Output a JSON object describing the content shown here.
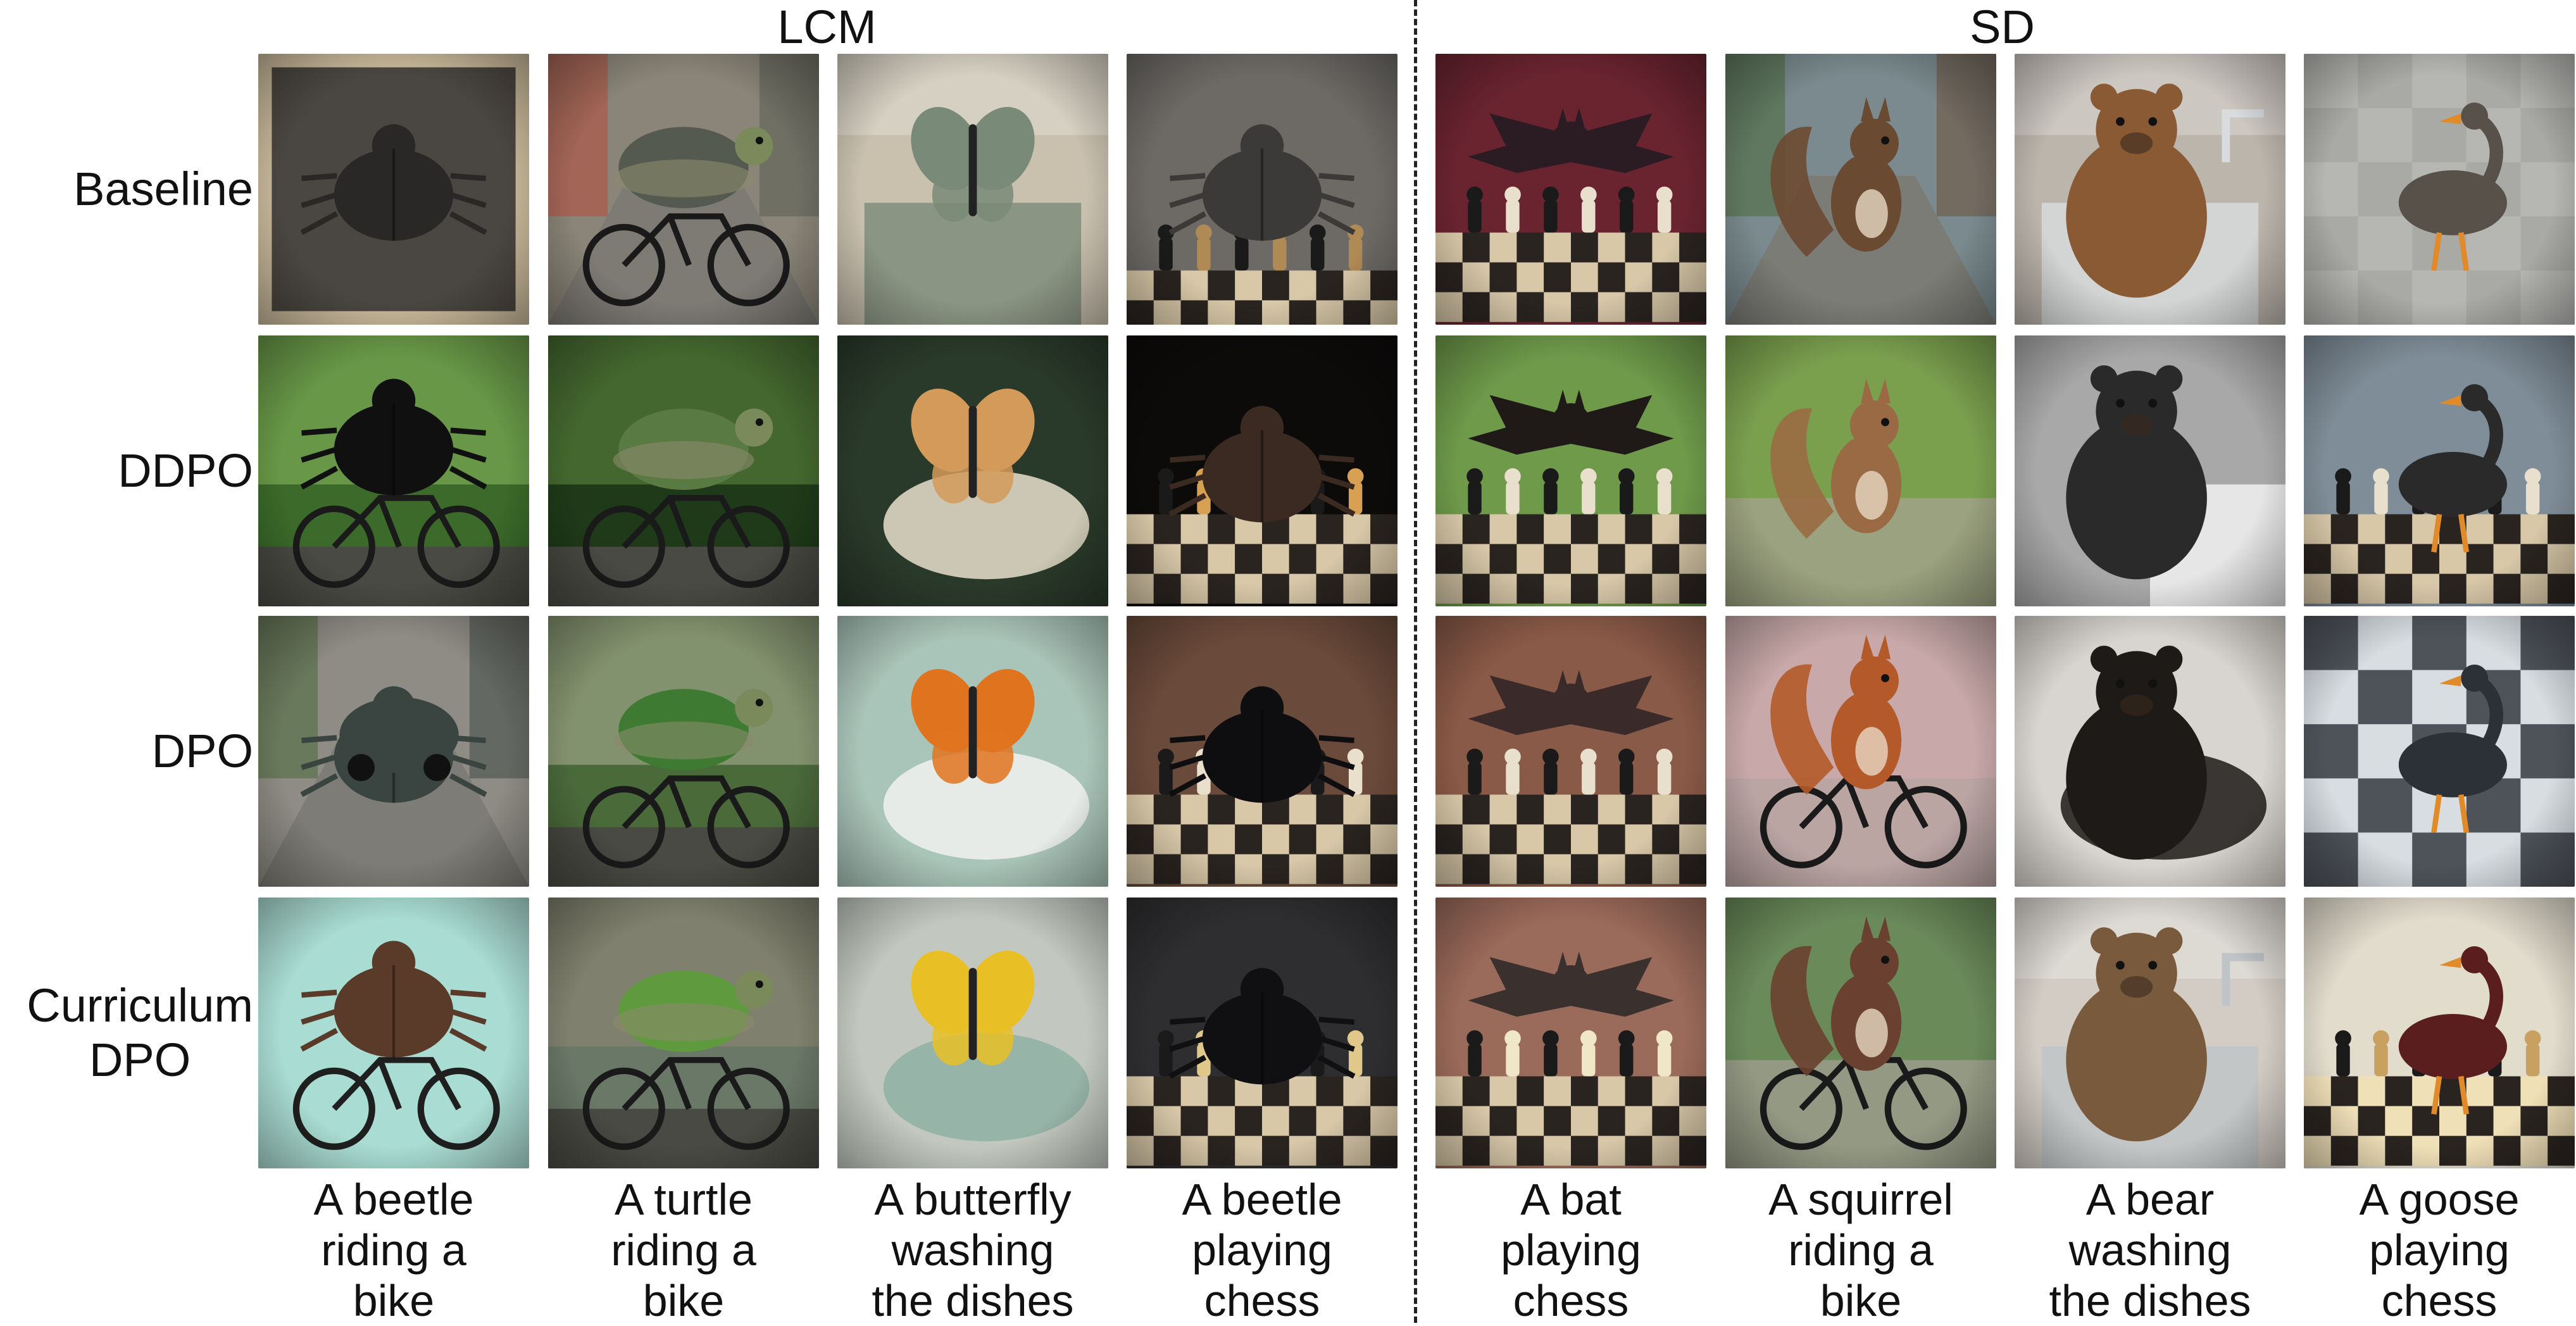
{
  "groups": {
    "lcm": "LCM",
    "sd": "SD"
  },
  "rows": [
    {
      "lines": [
        "Baseline"
      ]
    },
    {
      "lines": [
        "DDPO"
      ]
    },
    {
      "lines": [
        "DPO"
      ]
    },
    {
      "lines": [
        "Curriculum",
        "DPO"
      ]
    }
  ],
  "captions": [
    [
      "A beetle",
      "riding a",
      "bike"
    ],
    [
      "A turtle",
      "riding a",
      "bike"
    ],
    [
      "A butterfly",
      "washing",
      "the dishes"
    ],
    [
      "A beetle",
      "playing",
      "chess"
    ],
    [
      "A bat",
      "playing",
      "chess"
    ],
    [
      "A squirrel",
      "riding a",
      "bike"
    ],
    [
      "A bear",
      "washing",
      "the dishes"
    ],
    [
      "A goose",
      "playing",
      "chess"
    ]
  ],
  "tiles": [
    [
      {
        "subject": "beetle-icon",
        "theme": "frame",
        "bg": "#4a4641",
        "accent": "#2a2826",
        "extra": "#c8b89a"
      },
      {
        "subject": "turtle-icon",
        "theme": "street",
        "bg": "#8a8578",
        "accent": "#555a50",
        "extra": "#b64a3a"
      },
      {
        "subject": "butterfly-icon",
        "theme": "sink-room",
        "bg": "#c9c0ae",
        "accent": "#e8e4dc",
        "extra": "#7a8a78"
      },
      {
        "subject": "beetle-icon",
        "theme": "chess-dark",
        "bg": "#6d6a66",
        "accent": "#3c3a38",
        "extra": "#b08a55"
      },
      {
        "subject": "bat-icon",
        "theme": "chess-light",
        "bg": "#6a2430",
        "accent": "#2b1b22",
        "extra": "#e8e0cc"
      },
      {
        "subject": "squirrel-icon",
        "theme": "road",
        "bg": "#7a8a8e",
        "accent": "#6b4a32",
        "extra": "#4a6a3a"
      },
      {
        "subject": "bear-icon",
        "theme": "faucet",
        "bg": "#bcb5ac",
        "accent": "#8a5a34",
        "extra": "#d8dcdf"
      },
      {
        "subject": "goose-icon",
        "theme": "tiles",
        "bg": "#a9a9a6",
        "accent": "#58514a",
        "extra": "#e28a3a"
      }
    ],
    [
      {
        "subject": "beetle-icon",
        "theme": "forest-bike",
        "bg": "#3b6a2a",
        "accent": "#101010",
        "extra": "#9fcf6a"
      },
      {
        "subject": "turtle-icon",
        "theme": "forest-bike",
        "bg": "#1f3a18",
        "accent": "#5a7a44",
        "extra": "#6fa04a"
      },
      {
        "subject": "butterfly-icon",
        "theme": "kitchen-bowl",
        "bg": "#2a3a2a",
        "accent": "#e8e0cc",
        "extra": "#d49a5a"
      },
      {
        "subject": "beetle-icon",
        "theme": "chess-glow",
        "bg": "#0d0b0a",
        "accent": "#3a2a22",
        "extra": "#d8a052"
      },
      {
        "subject": "bat-icon",
        "theme": "chess-board",
        "bg": "#6e9a4a",
        "accent": "#1f1a18",
        "extra": "#e8e0cc"
      },
      {
        "subject": "squirrel-icon",
        "theme": "handlebar",
        "bg": "#7aa04e",
        "accent": "#9a6a44",
        "extra": "#2a3a4a"
      },
      {
        "subject": "bear-icon",
        "theme": "kitchen-bw",
        "bg": "#a8a8a8",
        "accent": "#2a2a2a",
        "extra": "#e6e6e6"
      },
      {
        "subject": "goose-icon",
        "theme": "chess-board",
        "bg": "#7f8d98",
        "accent": "#2a2a2a",
        "extra": "#e8e0cc"
      }
    ],
    [
      {
        "subject": "beetle-icon",
        "theme": "road-car",
        "bg": "#8e8c84",
        "accent": "#3a4440",
        "extra": "#4a6a3a"
      },
      {
        "subject": "turtle-icon",
        "theme": "forest-bike",
        "bg": "#4a6a3a",
        "accent": "#3e7a32",
        "extra": "#c9c4b0"
      },
      {
        "subject": "butterfly-icon",
        "theme": "basin",
        "bg": "#a9c4b8",
        "accent": "#f2f2ee",
        "extra": "#e0741e"
      },
      {
        "subject": "beetle-icon",
        "theme": "chess-board",
        "bg": "#6a4a3a",
        "accent": "#0e0e10",
        "extra": "#e8e0cc"
      },
      {
        "subject": "bat-icon",
        "theme": "chess-board",
        "bg": "#8a5a48",
        "accent": "#3a2a2a",
        "extra": "#e8e0cc"
      },
      {
        "subject": "squirrel-icon",
        "theme": "bike-track",
        "bg": "#c8a8a8",
        "accent": "#b45a2a",
        "extra": "#1f1f1f"
      },
      {
        "subject": "bear-icon",
        "theme": "bowl",
        "bg": "#d8d4cf",
        "accent": "#1d1a18",
        "extra": "#e6d18a"
      },
      {
        "subject": "goose-icon",
        "theme": "tiles-dark",
        "bg": "#d8dde2",
        "accent": "#2c3138",
        "extra": "#e8d8b0"
      }
    ],
    [
      {
        "subject": "beetle-icon",
        "theme": "plain-bike",
        "bg": "#a9dcd2",
        "accent": "#5a3a28",
        "extra": "#1f1f1f"
      },
      {
        "subject": "turtle-icon",
        "theme": "motion-bike",
        "bg": "#6a7868",
        "accent": "#5f9a3e",
        "extra": "#9a8a74"
      },
      {
        "subject": "butterfly-icon",
        "theme": "basin",
        "bg": "#c2c8c0",
        "accent": "#8fb0a4",
        "extra": "#e8c026"
      },
      {
        "subject": "beetle-icon",
        "theme": "chess-board",
        "bg": "#2e2e30",
        "accent": "#101012",
        "extra": "#e0c88a"
      },
      {
        "subject": "bat-icon",
        "theme": "chess-light",
        "bg": "#9a6a5a",
        "accent": "#3a302e",
        "extra": "#f0e6c8"
      },
      {
        "subject": "squirrel-icon",
        "theme": "bike-track",
        "bg": "#6a8a5a",
        "accent": "#6a4030",
        "extra": "#1c1c1c"
      },
      {
        "subject": "bear-icon",
        "theme": "faucet",
        "bg": "#d2ccc4",
        "accent": "#7a5a3c",
        "extra": "#bfc4c8"
      },
      {
        "subject": "goose-icon",
        "theme": "chess-gold",
        "bg": "#e2dccd",
        "accent": "#5a1e1e",
        "extra": "#c8a060"
      }
    ]
  ]
}
